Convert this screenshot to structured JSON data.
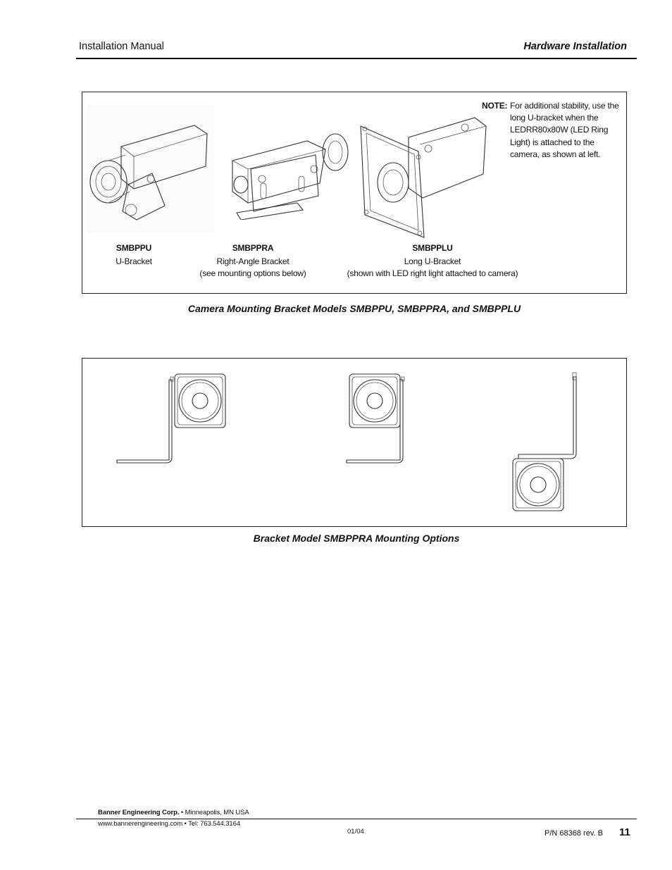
{
  "header": {
    "left": "Installation Manual",
    "right": "Hardware Installation"
  },
  "figure1": {
    "note_label": "NOTE:",
    "note_text": "For additional stability, use the long U-bracket when the LEDRR80x80W (LED Ring Light) is attached to the camera, as shown at left.",
    "products": [
      {
        "code": "SMBPPU",
        "desc1": "U-Bracket",
        "desc2": ""
      },
      {
        "code": "SMBPPRA",
        "desc1": "Right-Angle Bracket",
        "desc2": "(see mounting options below)"
      },
      {
        "code": "SMBPPLU",
        "desc1": "Long U-Bracket",
        "desc2": "(shown with LED right light attached to camera)"
      }
    ],
    "caption": "Camera Mounting Bracket Models SMBPPU, SMBPPRA, and SMBPPLU"
  },
  "figure2": {
    "caption": "Bracket Model SMBPPRA Mounting Options"
  },
  "footer": {
    "company": "Banner Engineering Corp.",
    "location": " • Minneapolis, MN  USA",
    "web": "www.bannerengineering.com • Tel: 763.544.3164",
    "date": "01/04",
    "part_number": "P/N 68368 rev. B",
    "page": "11"
  }
}
